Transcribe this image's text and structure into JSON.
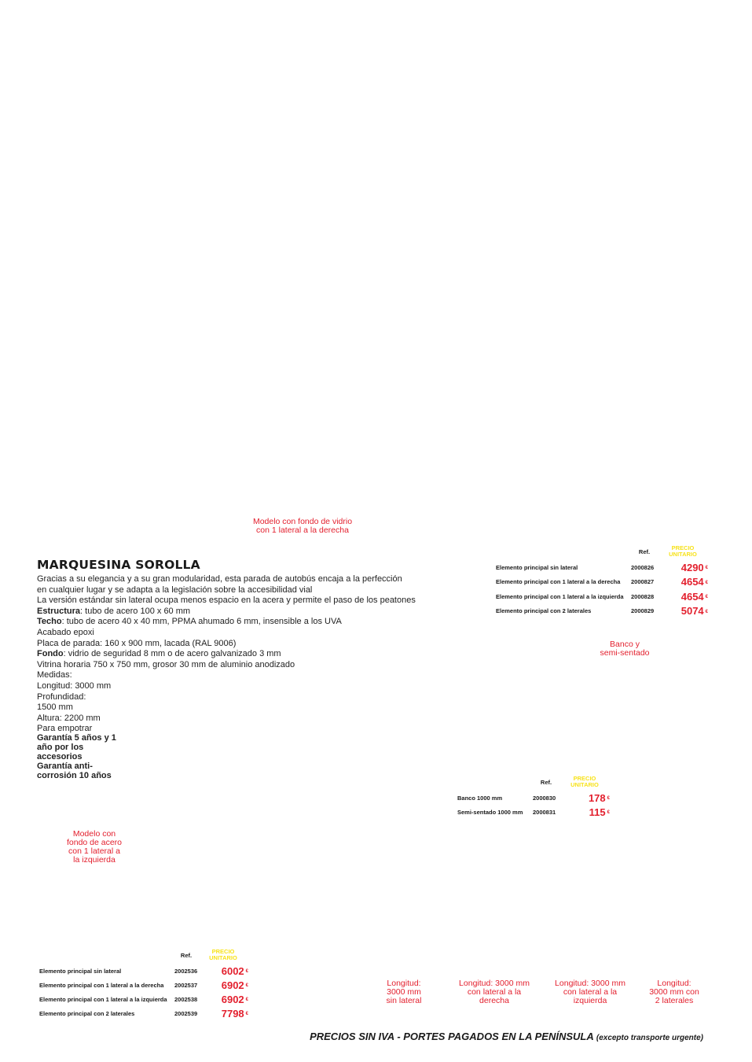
{
  "captions": {
    "glass_model": [
      "Modelo con fondo de vidrio",
      "con 1 lateral a la derecha"
    ],
    "bench": [
      "Banco y",
      "semi-sentado"
    ],
    "steel_model": [
      "Modelo con",
      "fondo de acero",
      "con 1 lateral a",
      "la izquierda"
    ],
    "lengths": [
      [
        "Longitud:",
        "3000 mm",
        "sin lateral"
      ],
      [
        "Longitud: 3000 mm",
        "con lateral a la",
        "derecha"
      ],
      [
        "Longitud: 3000 mm",
        "con lateral a la",
        "izquierda"
      ],
      [
        "Longitud:",
        "3000 mm con",
        "2 laterales"
      ]
    ]
  },
  "product": {
    "title": "MARQUESINA SOROLLA",
    "intro": [
      "Gracias a su elegancia y a su gran modularidad, esta parada de autobús encaja a la perfección",
      "en cualquier lugar y se adapta a la legislación sobre la accesibilidad vial",
      "La versión estándar sin lateral ocupa menos espacio en la acera y permite el paso de los peatones"
    ],
    "estructura_label": "Estructura",
    "estructura_value": ": tubo de acero 100 x 60 mm",
    "techo_label": "Techo",
    "techo_value": ": tubo de acero 40 x 40 mm, PPMA ahumado 6 mm, insensible a los UVA",
    "acabado": "Acabado epoxi",
    "placa": "Placa de parada: 160 x 900 mm, lacada (RAL 9006)",
    "fondo_label": "Fondo",
    "fondo_value": ": vidrio de seguridad 8 mm o de acero galvanizado 3 mm",
    "vitrina": "Vitrina horaria 750 x 750 mm, grosor 30 mm de aluminio anodizado",
    "medidas": [
      "Medidas:",
      "Longitud: 3000 mm",
      "Profundidad:",
      "1500 mm",
      "Altura: 2200 mm",
      "Para empotrar"
    ],
    "garantia": [
      "Garantía 5 años y 1",
      "año por los accesorios",
      "Garantía anti-",
      "corrosión 10 años"
    ]
  },
  "headers": {
    "ref": "Ref.",
    "precio": [
      "PRECIO",
      "UNITARIO"
    ]
  },
  "currency": "€",
  "table_glass": [
    {
      "desc": "Elemento principal sin lateral",
      "ref": "2000826",
      "price": "4290"
    },
    {
      "desc": "Elemento principal con 1 lateral a la derecha",
      "ref": "2000827",
      "price": "4654"
    },
    {
      "desc": "Elemento principal con 1 lateral a la izquierda",
      "ref": "2000828",
      "price": "4654"
    },
    {
      "desc": "Elemento principal con 2 laterales",
      "ref": "2000829",
      "price": "5074"
    }
  ],
  "table_bench": [
    {
      "desc": "Banco 1000 mm",
      "ref": "2000830",
      "price": "178"
    },
    {
      "desc": "Semi-sentado 1000 mm",
      "ref": "2000831",
      "price": "115"
    }
  ],
  "table_steel": [
    {
      "desc": "Elemento principal sin lateral",
      "ref": "2002536",
      "price": "6002"
    },
    {
      "desc": "Elemento principal con 1 lateral a la derecha",
      "ref": "2002537",
      "price": "6902"
    },
    {
      "desc": "Elemento principal con 1 lateral a la izquierda",
      "ref": "2002538",
      "price": "6902"
    },
    {
      "desc": "Elemento principal con 2 laterales",
      "ref": "2002539",
      "price": "7798"
    }
  ],
  "footer": {
    "main": "PRECIOS SIN IVA - PORTES PAGADOS EN LA PENÍNSULA",
    "note": "(excepto transporte urgente)"
  }
}
